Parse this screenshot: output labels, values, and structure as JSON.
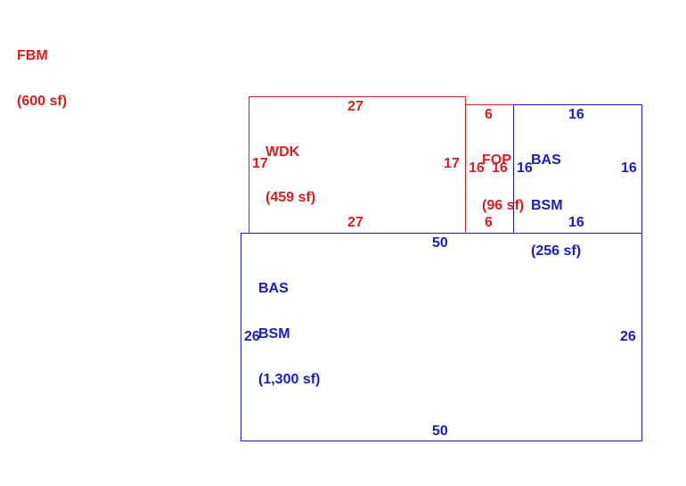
{
  "colors": {
    "red": "#e01b1b",
    "blue": "#1a1acb"
  },
  "areas": {
    "fbm": {
      "code": "FBM",
      "area": "(600 sf)"
    },
    "wdk": {
      "code": "WDK",
      "area": "(459 sf)",
      "top": "27",
      "bottom": "27",
      "left": "17",
      "right": "17"
    },
    "fop": {
      "code": "FOP",
      "area": "(96 sf)",
      "top": "6",
      "bottom": "6",
      "left": "16",
      "right": "16"
    },
    "bas_small": {
      "line1": "BAS",
      "line2": "BSM",
      "area": "(256 sf)",
      "top": "16",
      "bottom": "16",
      "left": "16",
      "right": "16"
    },
    "bas_main": {
      "line1": "BAS",
      "line2": "BSM",
      "area": "(1,300 sf)",
      "top": "50",
      "bottom": "50",
      "left": "26",
      "right": "26"
    }
  }
}
